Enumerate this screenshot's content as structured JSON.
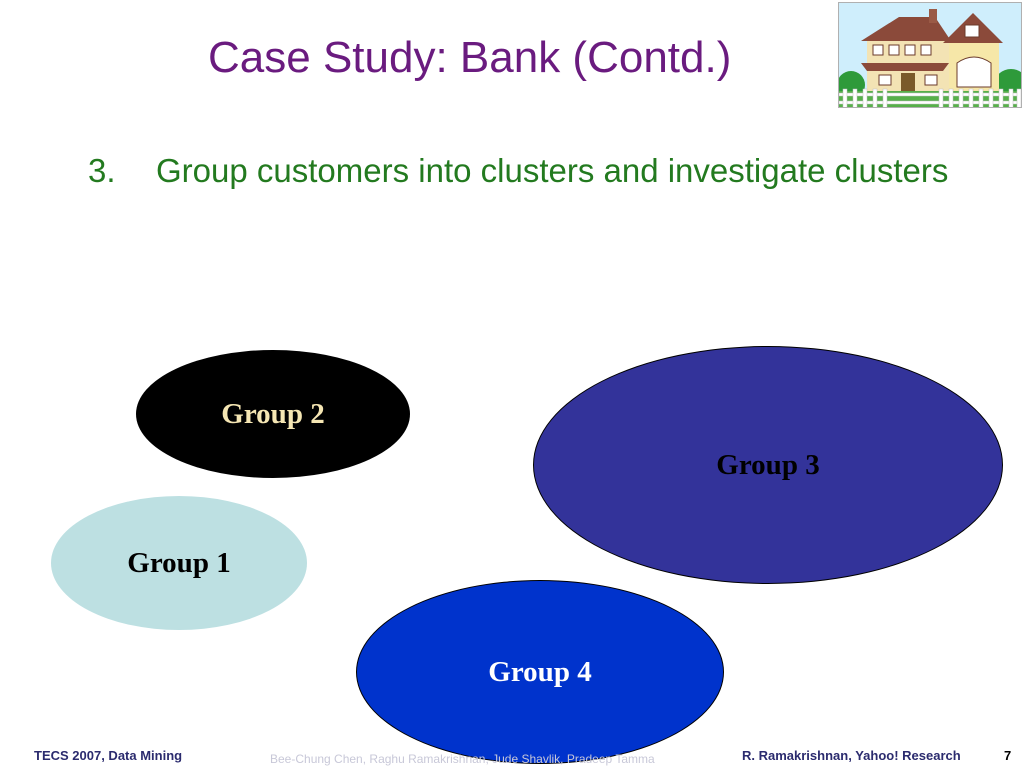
{
  "slide": {
    "title": "Case Study: Bank (Contd.)",
    "bullet_number": "3.",
    "bullet_text": "Group customers into clusters and investigate clusters",
    "house_image": "house-illustration",
    "colors": {
      "title": "#6a1b7f",
      "bullet": "#237a1f",
      "footer": "#2b2b6e"
    }
  },
  "groups": [
    {
      "label": "Group 2",
      "fill": "#000000",
      "text_color": "#f5e6b3"
    },
    {
      "label": "Group 1",
      "fill": "#bde0e2",
      "text_color": "#000000"
    },
    {
      "label": "Group 3",
      "fill": "#33339a",
      "text_color": "#000000"
    },
    {
      "label": "Group 4",
      "fill": "#0033cc",
      "text_color": "#ffffff"
    }
  ],
  "footer": {
    "left": "TECS 2007, Data Mining",
    "middle": "Bee-Chung Chen, Raghu Ramakrishnan, Jude Shavlik, Pradeep Tamma",
    "right": "R. Ramakrishnan, Yahoo! Research",
    "page_number": "7"
  }
}
